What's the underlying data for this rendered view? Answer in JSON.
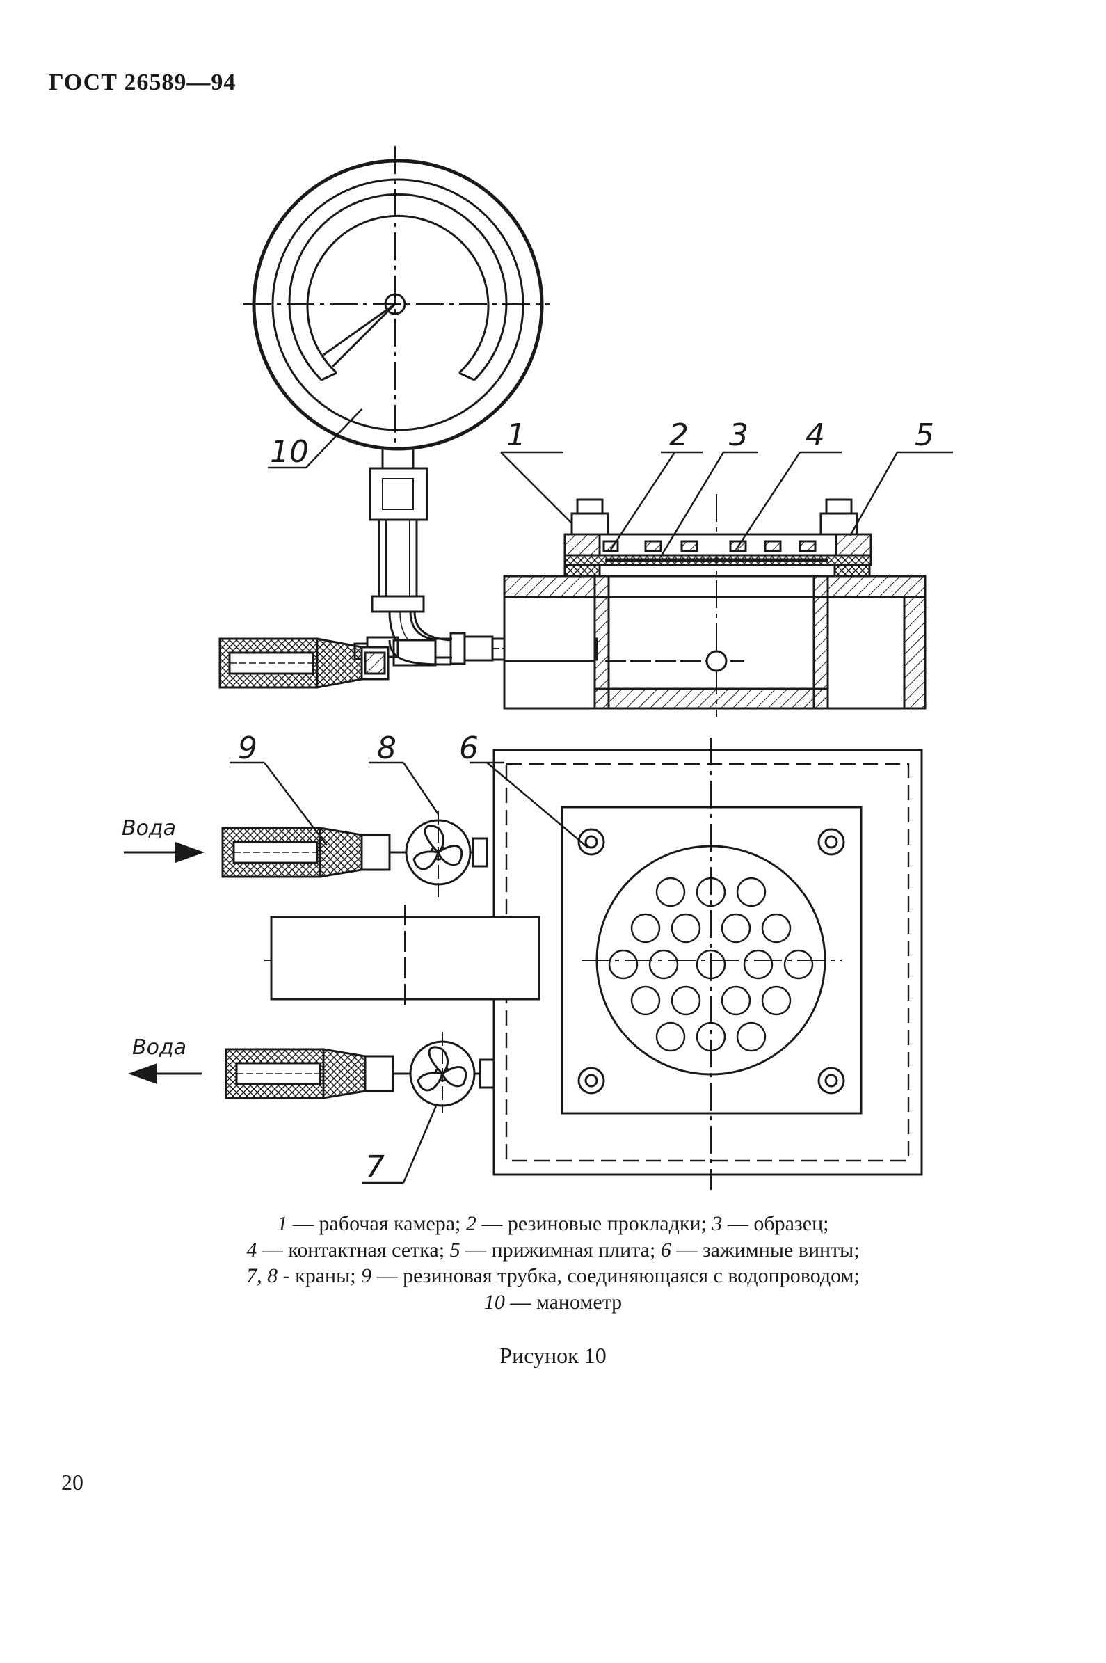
{
  "header": {
    "standard": "ГОСТ 26589—94"
  },
  "figure": {
    "callouts": [
      "1",
      "2",
      "3",
      "4",
      "5",
      "6",
      "7",
      "8",
      "9",
      "10"
    ],
    "flow": {
      "in_label": "Вода",
      "out_label": "Вода"
    }
  },
  "legend": {
    "line1": {
      "n1": "1",
      "t1": " — рабочая камера; ",
      "n2": "2",
      "t2": " — резиновые прокладки; ",
      "n3": "3",
      "t3": " — образец;"
    },
    "line2": {
      "n1": "4",
      "t1": " — контактная сетка; ",
      "n2": "5",
      "t2": " — прижимная плита; ",
      "n3": "6",
      "t3": " — зажимные винты;"
    },
    "line3": {
      "n1": "7, 8",
      "t1": " - краны; ",
      "n2": "9",
      "t2": " — резиновая трубка, соединяющаяся с водопроводом;"
    },
    "line4": {
      "n1": "10",
      "t1": " — манометр"
    }
  },
  "figure_title": "Рисунок 10",
  "page_number": "20"
}
